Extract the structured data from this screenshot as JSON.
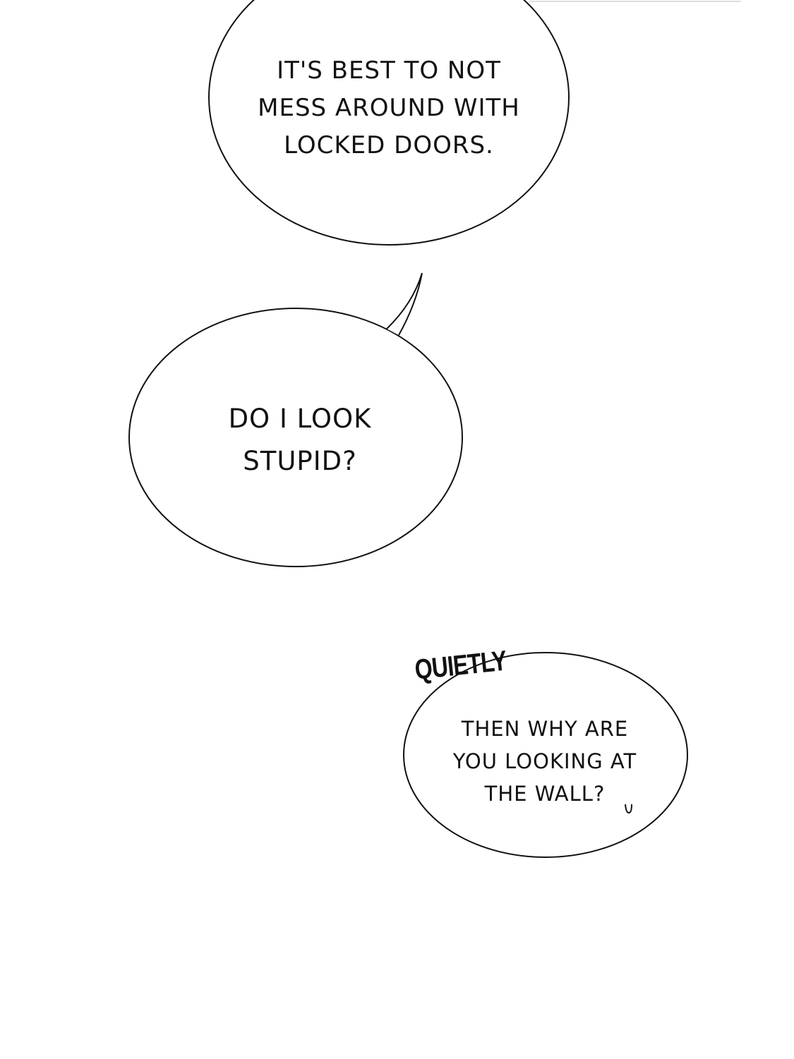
{
  "bubbles": [
    {
      "lines": [
        "It's best to not",
        "mess around with",
        "locked doors."
      ]
    },
    {
      "lines": [
        "Do I look",
        "stupid?"
      ]
    },
    {
      "lines": [
        "Then why are",
        "you looking at",
        "the wall?"
      ]
    }
  ],
  "sfx": {
    "text": "QUIETLY"
  },
  "colors": {
    "ink": "#111111",
    "background": "#ffffff"
  }
}
